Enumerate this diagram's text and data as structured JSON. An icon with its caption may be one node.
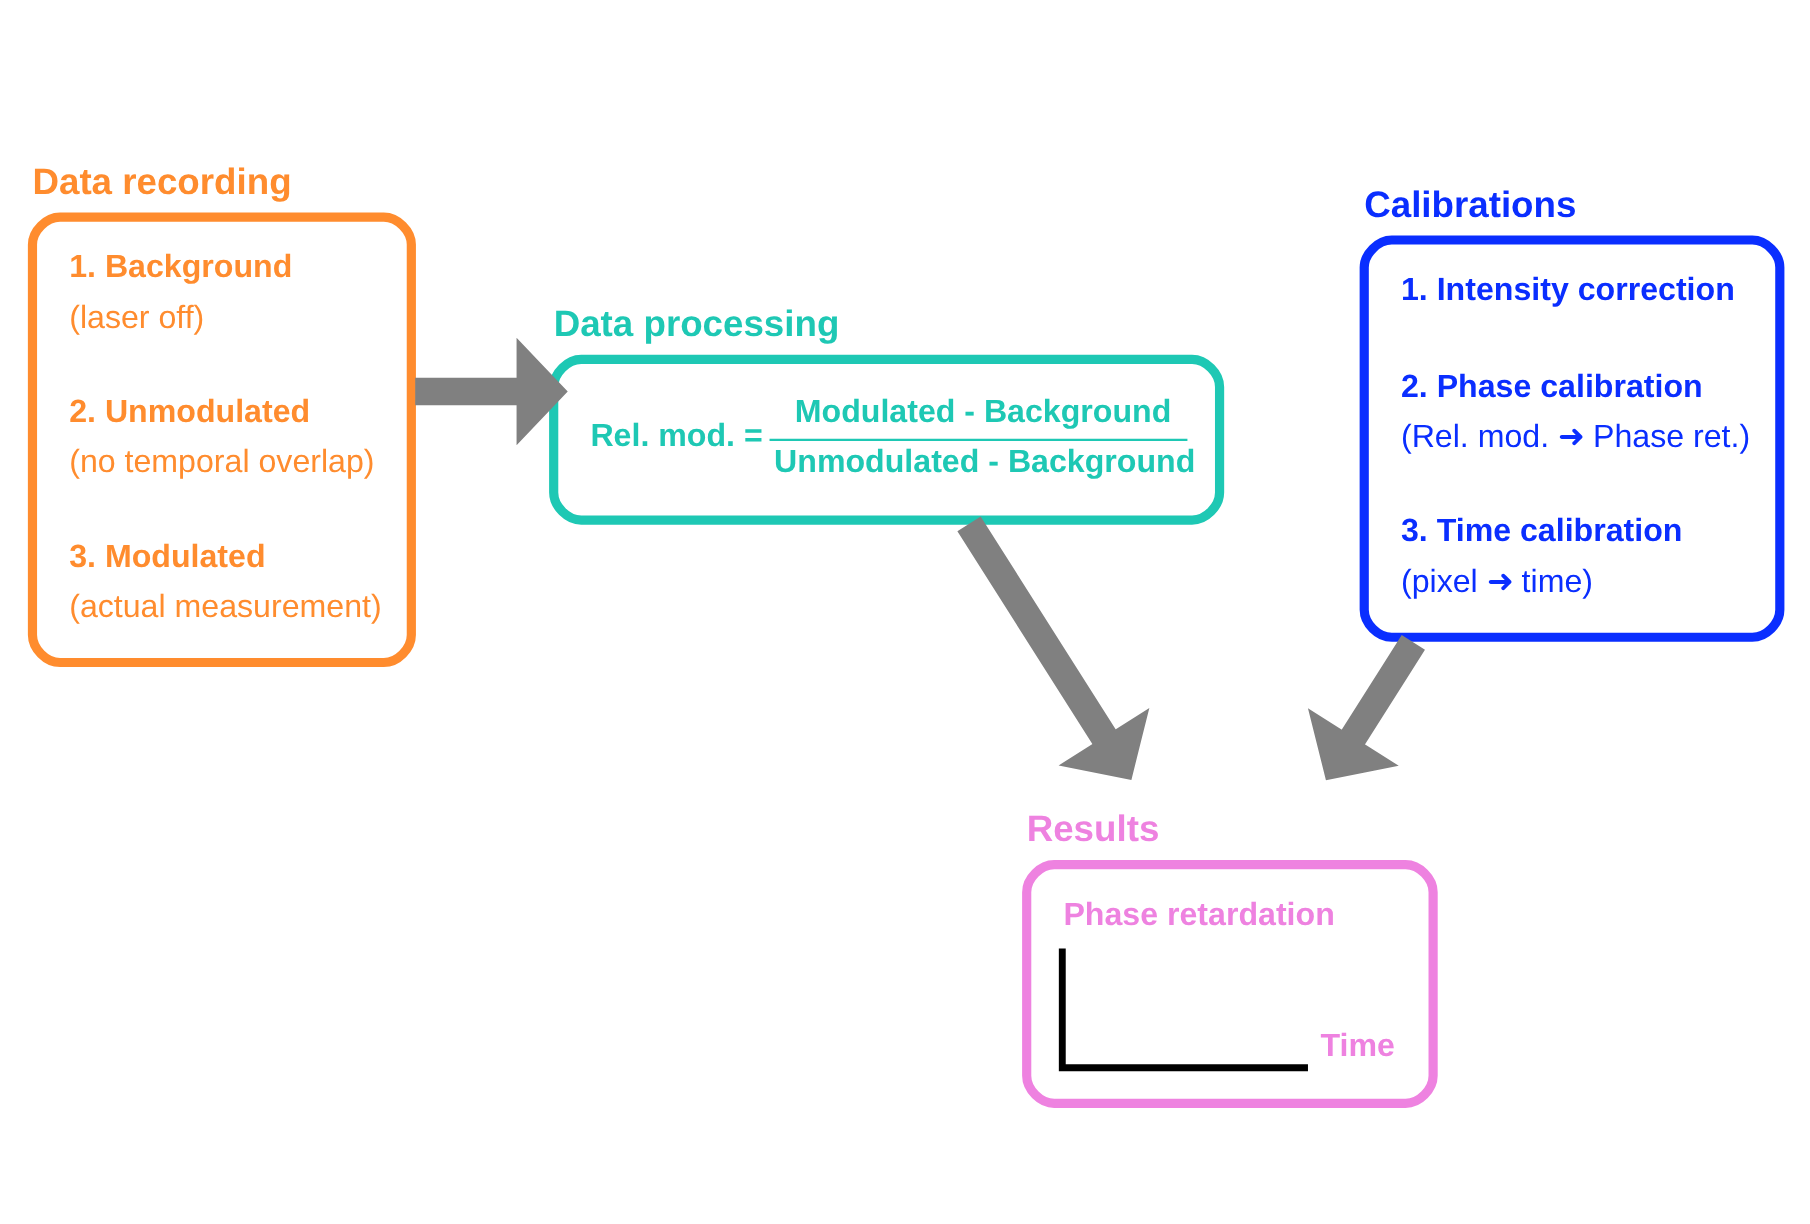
{
  "diagram": {
    "nodes": [
      {
        "text": [
          "Data recording",
          "1. Background",
          "(laser off)",
          "2. Unmodulated",
          "(no temporal overlap)",
          "3. Modulated",
          "(actual measurement)"
        ]
      },
      {
        "text": [
          "Data processing",
          "Rel. mod. =",
          "Modulated - Background",
          "Unmodulated - Background"
        ]
      },
      {
        "text": [
          "Calibrations",
          "1. Intensity correction",
          "2. Phase calibration",
          "(Rel. mod. ➜ Phase ret.)",
          "3. Time calibration",
          "(pixel ➜ time)"
        ]
      },
      {
        "text": [
          "Results",
          "Phase retardation",
          "Time"
        ]
      }
    ],
    "edges": [
      {
        "from": 0,
        "to": 1,
        "arrow": "to"
      },
      {
        "from": 1,
        "to": 3,
        "arrow": "to"
      },
      {
        "from": 2,
        "to": 3,
        "arrow": "to"
      }
    ]
  }
}
